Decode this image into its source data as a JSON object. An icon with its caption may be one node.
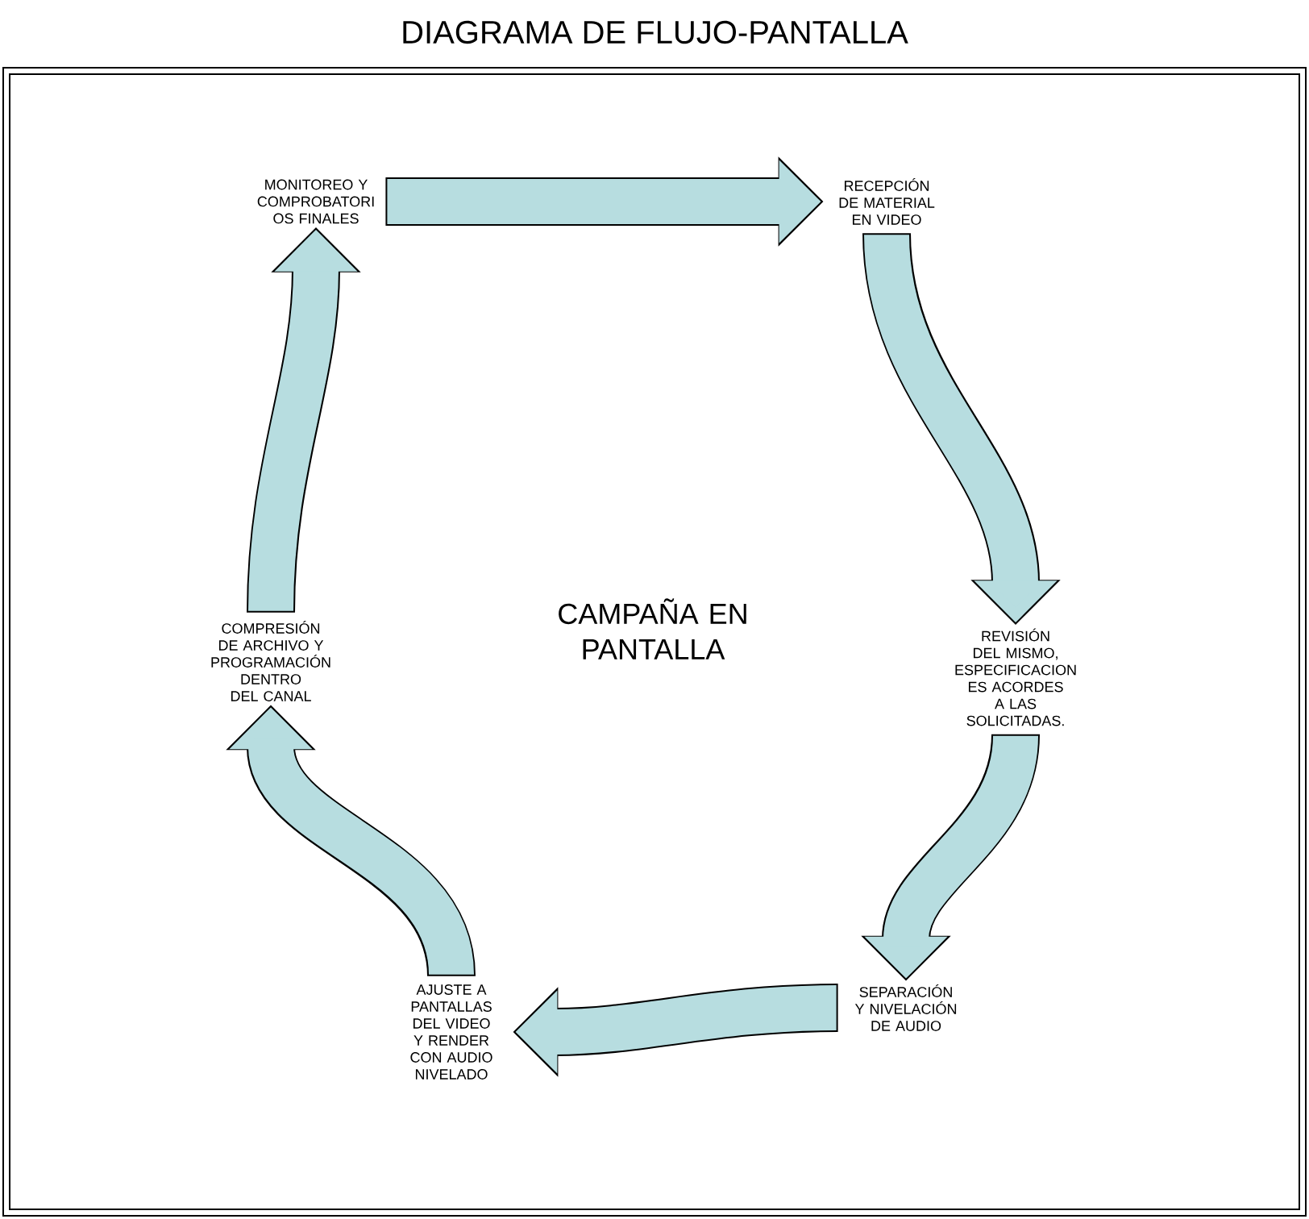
{
  "diagram": {
    "title": "DIAGRAMA DE FLUJO-PANTALLA",
    "nodes": [
      {
        "text": [
          "RECEPCIÓN DE MATERIAL EN VIDEO"
        ]
      },
      {
        "text": [
          "REVISIÓN DEL MISMO, ESPECIFICACION ES ACORDES A LAS SOLICITADAS."
        ]
      },
      {
        "text": [
          "SEPARACIÓN Y NIVELACIÓN DE AUDIO"
        ]
      },
      {
        "text": [
          "AJUSTE A PANTALLAS DEL VIDEO Y RENDER CON AUDIO NIVELADO"
        ]
      },
      {
        "text": [
          "COMPRESIÓN DE ARCHIVO Y PROGRAMACIÓN DENTRO DEL CANAL"
        ]
      },
      {
        "text": [
          "MONITOREO Y COMPROBATORI OS FINALES"
        ]
      }
    ],
    "edges": [
      {
        "from": 0,
        "to": 1,
        "arrow": "to"
      },
      {
        "from": 1,
        "to": 2,
        "arrow": "to"
      },
      {
        "from": 2,
        "to": 3,
        "arrow": "to"
      },
      {
        "from": 3,
        "to": 4,
        "arrow": "to"
      },
      {
        "from": 4,
        "to": 5,
        "arrow": "to"
      },
      {
        "from": 5,
        "to": 0,
        "arrow": "to"
      }
    ],
    "labels": [
      "CAMPAÑA EN PANTALLA"
    ]
  }
}
